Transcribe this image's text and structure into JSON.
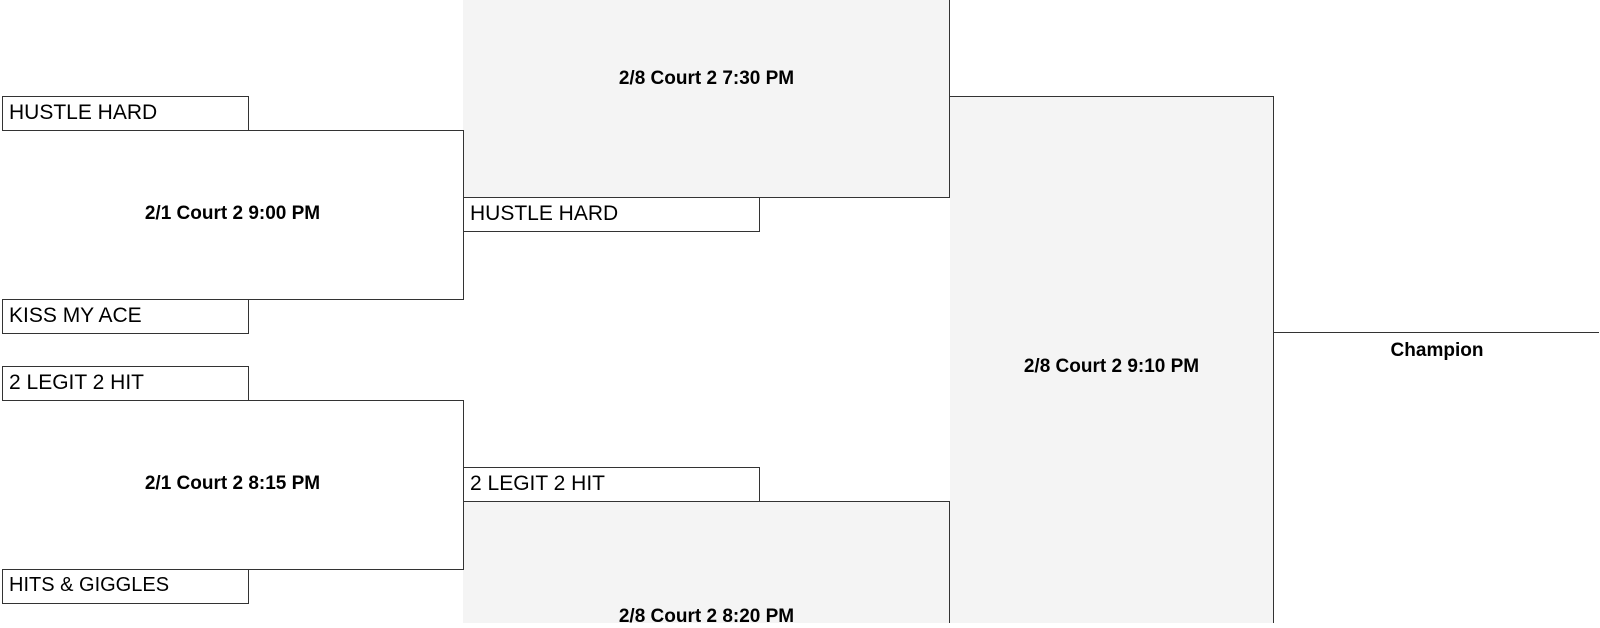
{
  "bracket": {
    "round1": [
      {
        "match_label": "2/1 Court 2 9:00 PM",
        "team_top": "HUSTLE HARD",
        "team_bottom": "KISS MY ACE"
      },
      {
        "match_label": "2/1 Court 2 8:15 PM",
        "team_top": "2 LEGIT 2 HIT",
        "team_bottom": "HITS & GIGGLES"
      }
    ],
    "round2": [
      {
        "match_label": "2/8 Court 2 7:30 PM",
        "team": "HUSTLE HARD"
      },
      {
        "match_label": "2/8 Court 2 8:20 PM",
        "team": "2 LEGIT 2 HIT"
      }
    ],
    "final": {
      "match_label": "2/8 Court 2 9:10 PM"
    },
    "champion_label": "Champion"
  },
  "colors": {
    "line": "#333333",
    "shaded_box": "#f4f4f4",
    "background": "#ffffff"
  }
}
